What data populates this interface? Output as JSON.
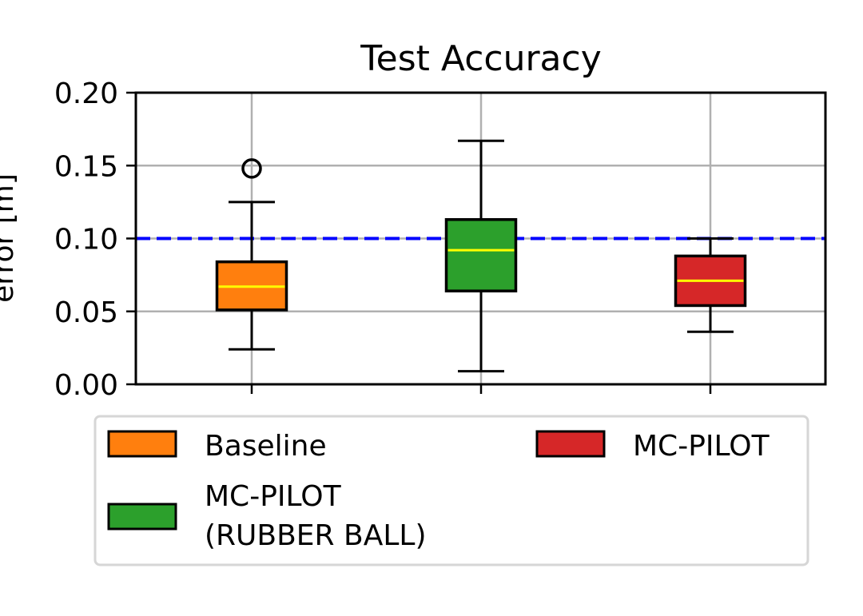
{
  "chart_data": {
    "type": "box",
    "title": "Test Accuracy",
    "xlabel": "",
    "ylabel": "error [m]",
    "ylim": [
      0,
      0.2
    ],
    "yticks": [
      "0.00",
      "0.05",
      "0.10",
      "0.15",
      "0.20"
    ],
    "grid": true,
    "reference_line": {
      "value": 0.1,
      "style": "dashed",
      "color": "#0000ff"
    },
    "series": [
      {
        "name": "Baseline",
        "color": "#ff7f0e",
        "whisker_low": 0.024,
        "q1": 0.051,
        "median": 0.067,
        "q3": 0.084,
        "whisker_high": 0.125,
        "outliers": [
          0.148
        ]
      },
      {
        "name": "MC-PILOT\n(RUBBER BALL)",
        "color": "#2ca02c",
        "whisker_low": 0.009,
        "q1": 0.064,
        "median": 0.092,
        "q3": 0.113,
        "whisker_high": 0.167,
        "outliers": []
      },
      {
        "name": "MC-PILOT",
        "color": "#d62728",
        "whisker_low": 0.036,
        "q1": 0.054,
        "median": 0.071,
        "q3": 0.088,
        "whisker_high": 0.1,
        "outliers": []
      }
    ],
    "median_color": "#ffff00",
    "legend": {
      "placement": "below",
      "entries": [
        {
          "label": "Baseline",
          "color": "#ff7f0e"
        },
        {
          "label_lines": [
            "MC-PILOT",
            "(RUBBER BALL)"
          ],
          "color": "#2ca02c"
        },
        {
          "label": "MC-PILOT",
          "color": "#d62728"
        }
      ]
    }
  }
}
